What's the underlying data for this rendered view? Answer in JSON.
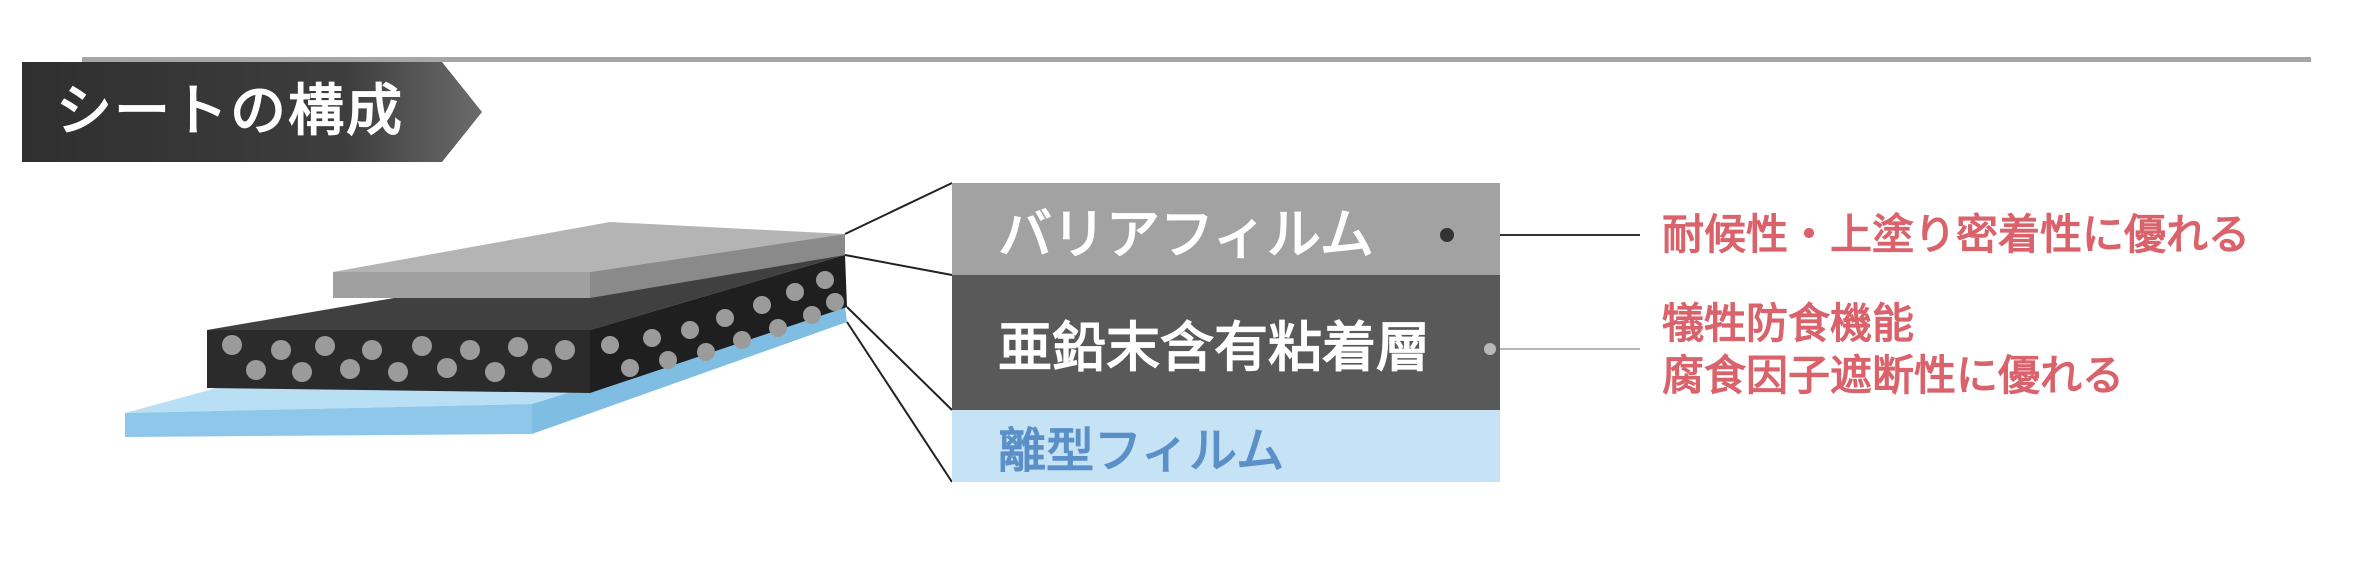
{
  "section": {
    "title": "シートの構成"
  },
  "layers": [
    {
      "label": "バリアフィルム",
      "fill": "#a2a2a2",
      "text_color": "#ffffff"
    },
    {
      "label": "亜鉛末含有粘着層",
      "fill": "#595959",
      "text_color": "#ffffff"
    },
    {
      "label": "離型フィルム",
      "fill": "#c5e3f4",
      "text_color": "#5b8fc8"
    }
  ],
  "descriptions": {
    "barrier": "耐候性・上塗り密着性に優れる",
    "zinc_line1": "犠牲防食機能",
    "zinc_line2": "腐食因子遮断性に優れる"
  },
  "colors": {
    "accent_text": "#d9626b",
    "tag_bg": "#3a3a3a",
    "divider": "#a6a6a6"
  }
}
